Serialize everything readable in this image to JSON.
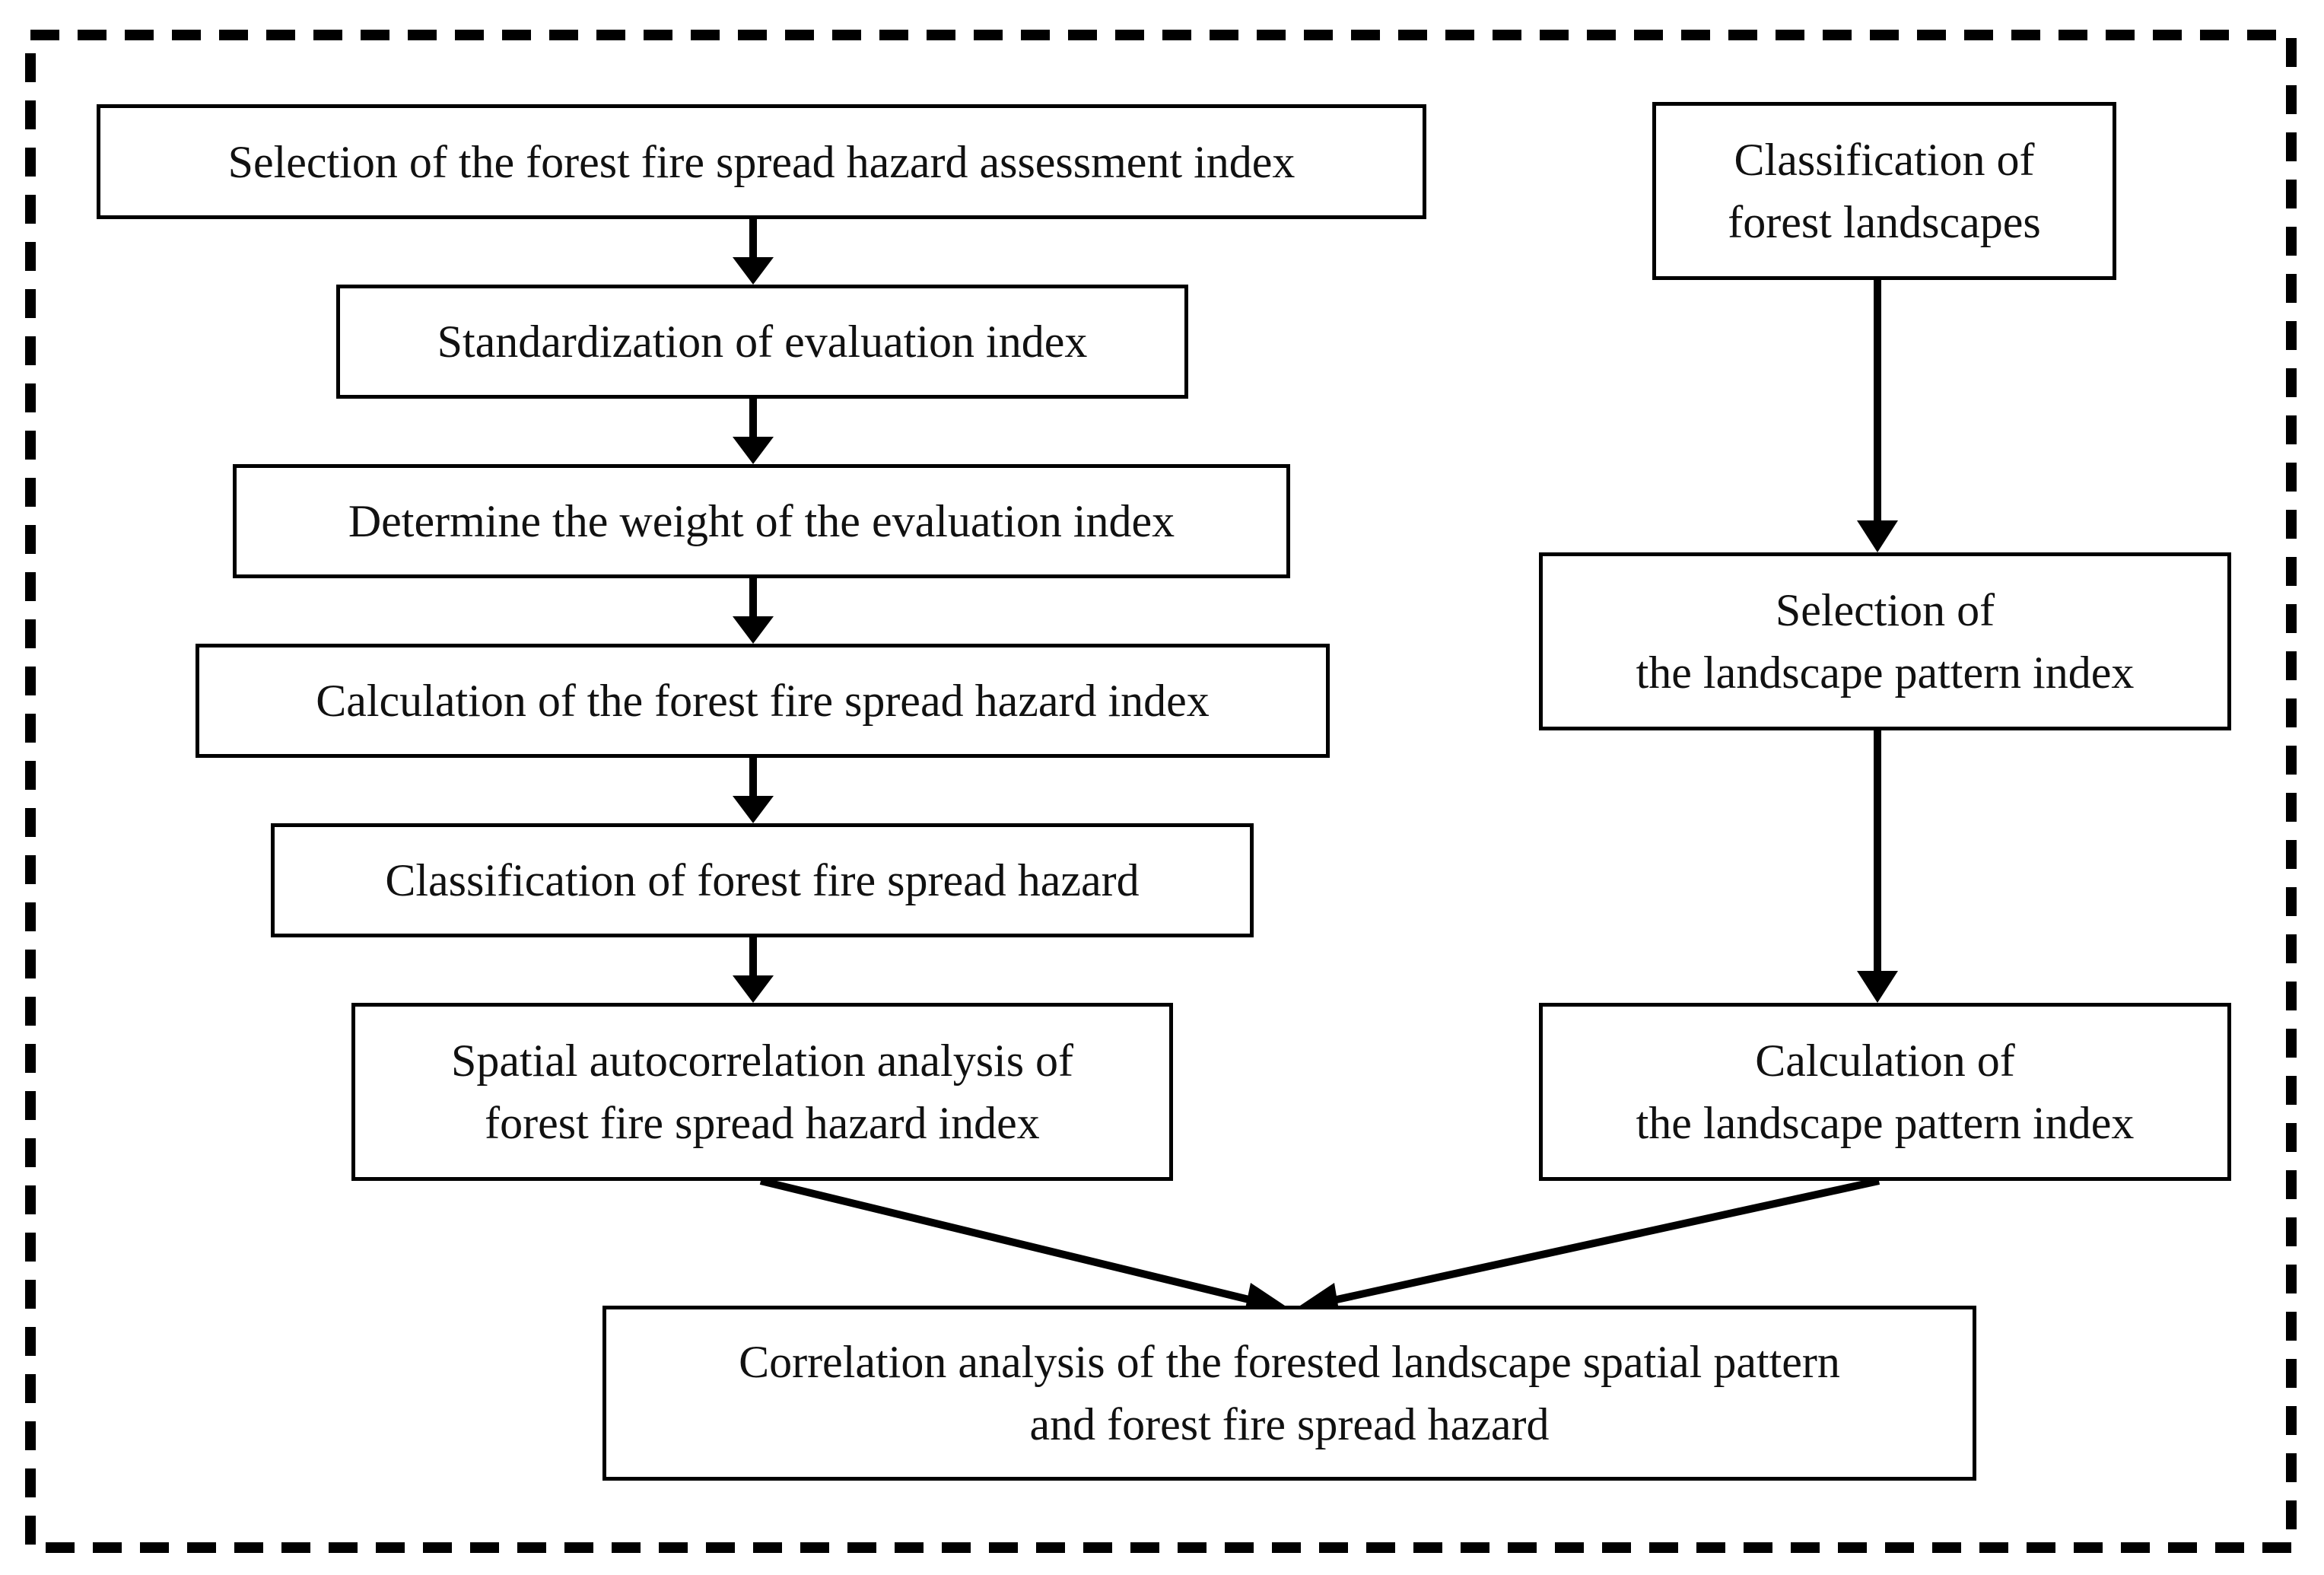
{
  "diagram": {
    "border_style": "dashed",
    "colors": {
      "stroke": "#000000",
      "text": "#111111",
      "background": "#ffffff"
    },
    "left_column": {
      "step1": "Selection of the forest fire spread hazard assessment index",
      "step2": "Standardization of evaluation index",
      "step3": "Determine the weight of the evaluation index",
      "step4": "Calculation of the forest fire spread hazard index",
      "step5": "Classification of forest fire spread hazard",
      "step6_line1": "Spatial autocorrelation analysis of",
      "step6_line2": "forest fire spread hazard index"
    },
    "right_column": {
      "step1_line1": "Classification of",
      "step1_line2": "forest landscapes",
      "step2_line1": "Selection of",
      "step2_line2": "the landscape pattern index",
      "step3_line1": "Calculation of",
      "step3_line2": "the landscape pattern index"
    },
    "final": {
      "line1": "Correlation analysis of the forested landscape spatial pattern",
      "line2": "and forest fire spread hazard"
    }
  }
}
